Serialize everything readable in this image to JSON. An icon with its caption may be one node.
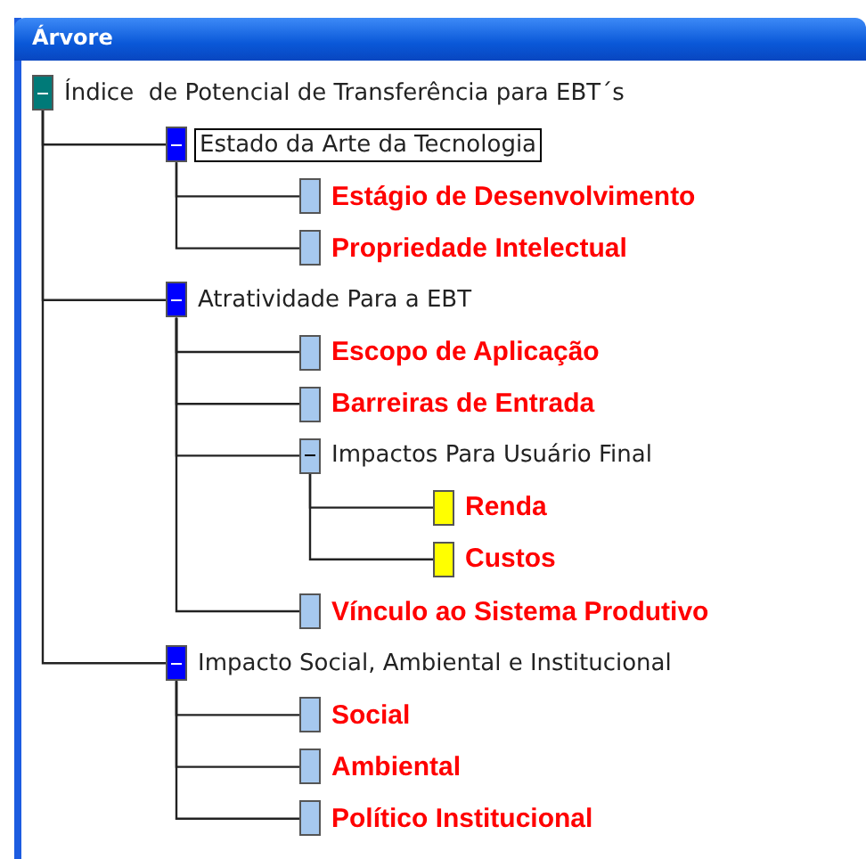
{
  "diagram": {
    "title": "Árvore",
    "nodes": [
      {
        "text": [
          "Índice  de Potencial de Transferência para EBT´s"
        ]
      },
      {
        "text": [
          "Estado da Arte da Tecnologia"
        ]
      },
      {
        "text": [
          "Estágio de Desenvolvimento"
        ]
      },
      {
        "text": [
          "Propriedade Intelectual"
        ]
      },
      {
        "text": [
          "Atratividade Para a EBT"
        ]
      },
      {
        "text": [
          "Escopo de Aplicação"
        ]
      },
      {
        "text": [
          "Barreiras de Entrada"
        ]
      },
      {
        "text": [
          "Impactos Para Usuário Final"
        ]
      },
      {
        "text": [
          "Renda"
        ]
      },
      {
        "text": [
          "Custos"
        ]
      },
      {
        "text": [
          "Vínculo ao Sistema Produtivo"
        ]
      },
      {
        "text": [
          "Impacto Social, Ambiental e Institucional"
        ]
      },
      {
        "text": [
          "Social"
        ]
      },
      {
        "text": [
          "Ambiental"
        ]
      },
      {
        "text": [
          "Político Institucional"
        ]
      }
    ],
    "edges": [
      {
        "from": 0,
        "to": 1,
        "arrow": "none"
      },
      {
        "from": 1,
        "to": 2,
        "arrow": "none"
      },
      {
        "from": 1,
        "to": 3,
        "arrow": "none"
      },
      {
        "from": 0,
        "to": 4,
        "arrow": "none"
      },
      {
        "from": 4,
        "to": 5,
        "arrow": "none"
      },
      {
        "from": 4,
        "to": 6,
        "arrow": "none"
      },
      {
        "from": 4,
        "to": 7,
        "arrow": "none"
      },
      {
        "from": 7,
        "to": 8,
        "arrow": "none"
      },
      {
        "from": 7,
        "to": 9,
        "arrow": "none"
      },
      {
        "from": 4,
        "to": 10,
        "arrow": "none"
      },
      {
        "from": 0,
        "to": 11,
        "arrow": "none"
      },
      {
        "from": 11,
        "to": 12,
        "arrow": "none"
      },
      {
        "from": 11,
        "to": 13,
        "arrow": "none"
      },
      {
        "from": 11,
        "to": 14,
        "arrow": "none"
      }
    ]
  }
}
